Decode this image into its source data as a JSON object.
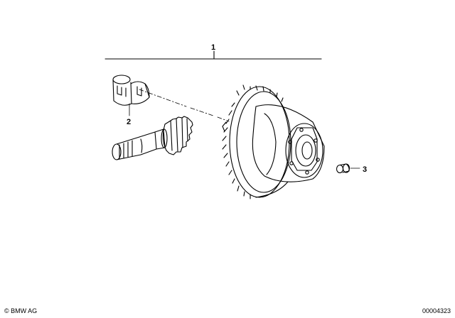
{
  "callouts": {
    "assembly": "1",
    "pinion_sleeve": "2",
    "plug": "3"
  },
  "footer": {
    "copyright": "© BMW AG",
    "diagram_number": "00004323"
  }
}
